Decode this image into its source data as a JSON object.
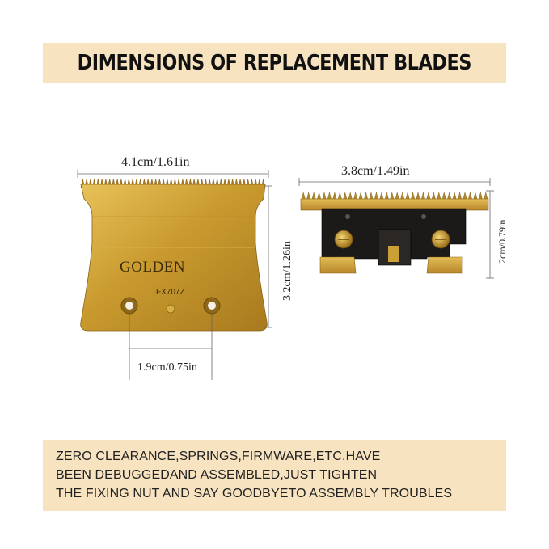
{
  "banner": {
    "title": "DIMENSIONS OF REPLACEMENT BLADES"
  },
  "left_blade": {
    "width_label": "4.1cm/1.61in",
    "height_label": "3.2cm/1.26in",
    "hole_spacing_label": "1.9cm/0.75in",
    "brand_text": "GOLDEN",
    "model_text": "FX707Z"
  },
  "right_blade": {
    "width_label": "3.8cm/1.49in",
    "height_label": "2cm/0.79in"
  },
  "footer": {
    "lines": [
      "ZERO CLEARANCE,SPRINGS,FIRMWARE,ETC.HAVE",
      "BEEN DEBUGGEDAND ASSEMBLED,JUST TIGHTEN",
      "THE FIXING NUT AND SAY GOODBYETO ASSEMBLY TROUBLES"
    ]
  },
  "colors": {
    "banner_bg": "#f7e3c0",
    "gold": "#c9a035"
  }
}
